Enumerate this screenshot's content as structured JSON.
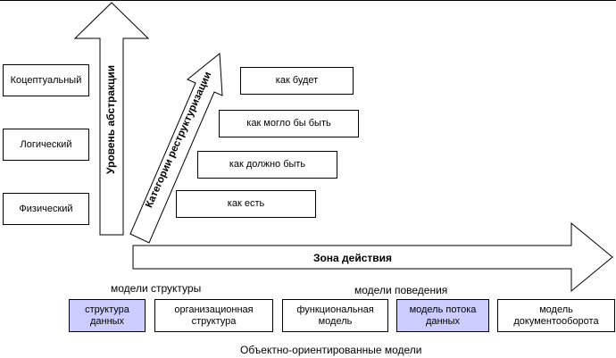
{
  "levels": [
    "Коцептуальный",
    "Логический",
    "Физический"
  ],
  "axes": {
    "abstraction": "Уровень абстракции",
    "restructuring": "Категории реструктуризации",
    "action": "Зона действия"
  },
  "restructuring_levels": [
    "как будет",
    "как могло бы быть",
    "как должно быть",
    "как есть"
  ],
  "groups": {
    "structure": "модели структуры",
    "behavior": "модели поведения",
    "oo": "Объектно-ориентированные модели"
  },
  "models": [
    "структура\nданных",
    "организационная\nструктура",
    "функциональная\nмодель",
    "модель потока\nданных",
    "модель\nдокументооборота"
  ],
  "colors": {
    "highlight": "#ccccff",
    "line": "#000000",
    "background": "#ffffff"
  }
}
